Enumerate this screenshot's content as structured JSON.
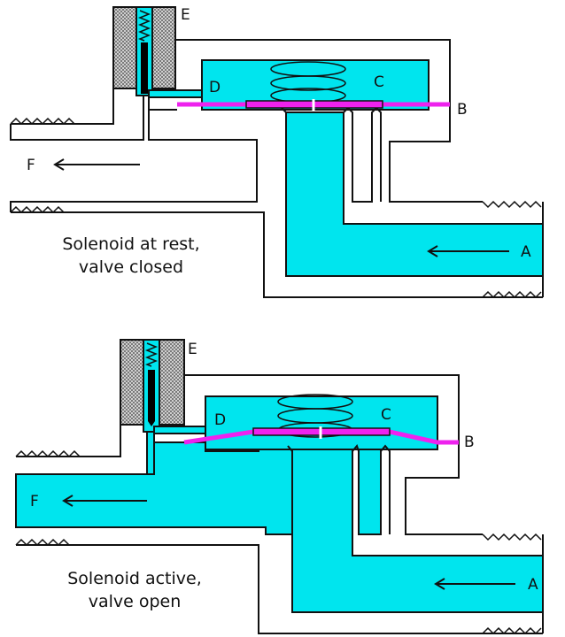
{
  "colors": {
    "fluid": "#00e5ee",
    "membrane": "#ee22ee",
    "coil": "#cccccc",
    "outline": "#111111",
    "plunger": "#000000"
  },
  "diagrams": [
    {
      "state": "closed",
      "caption_line1": "Solenoid at rest,",
      "caption_line2": "valve closed",
      "labels": {
        "A": "A",
        "B": "B",
        "C": "C",
        "D": "D",
        "E": "E",
        "F": "F"
      }
    },
    {
      "state": "open",
      "caption_line1": "Solenoid active,",
      "caption_line2": "valve open",
      "labels": {
        "A": "A",
        "B": "B",
        "C": "C",
        "D": "D",
        "E": "E",
        "F": "F"
      }
    }
  ]
}
